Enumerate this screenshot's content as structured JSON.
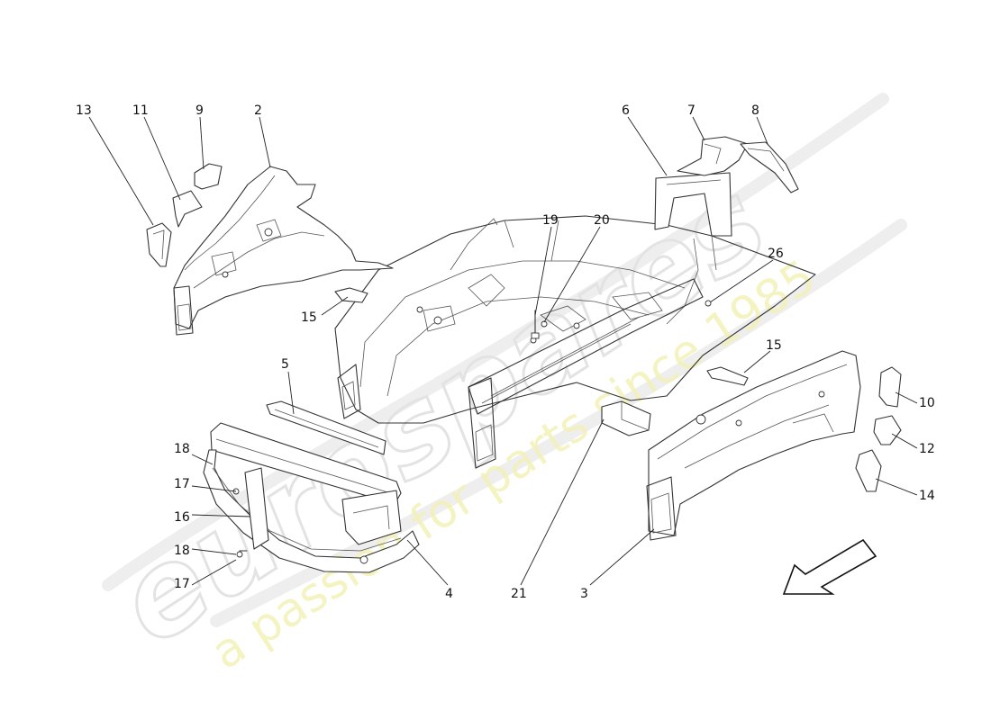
{
  "watermark": {
    "logo_text": "eurospares",
    "tagline": "a passion for parts since 1985"
  },
  "callouts": [
    {
      "id": "c13",
      "label": "13"
    },
    {
      "id": "c11",
      "label": "11"
    },
    {
      "id": "c9",
      "label": "9"
    },
    {
      "id": "c2",
      "label": "2"
    },
    {
      "id": "c6",
      "label": "6"
    },
    {
      "id": "c7",
      "label": "7"
    },
    {
      "id": "c8",
      "label": "8"
    },
    {
      "id": "c19",
      "label": "19"
    },
    {
      "id": "c20",
      "label": "20"
    },
    {
      "id": "c26",
      "label": "26"
    },
    {
      "id": "c15a",
      "label": "15"
    },
    {
      "id": "c15b",
      "label": "15"
    },
    {
      "id": "c5",
      "label": "5"
    },
    {
      "id": "c10",
      "label": "10"
    },
    {
      "id": "c12",
      "label": "12"
    },
    {
      "id": "c14",
      "label": "14"
    },
    {
      "id": "c18a",
      "label": "18"
    },
    {
      "id": "c17a",
      "label": "17"
    },
    {
      "id": "c16",
      "label": "16"
    },
    {
      "id": "c18b",
      "label": "18"
    },
    {
      "id": "c17b",
      "label": "17"
    },
    {
      "id": "c4",
      "label": "4"
    },
    {
      "id": "c21",
      "label": "21"
    },
    {
      "id": "c3",
      "label": "3"
    }
  ],
  "direction_arrow": {
    "icon": "front-direction-arrow-icon"
  }
}
